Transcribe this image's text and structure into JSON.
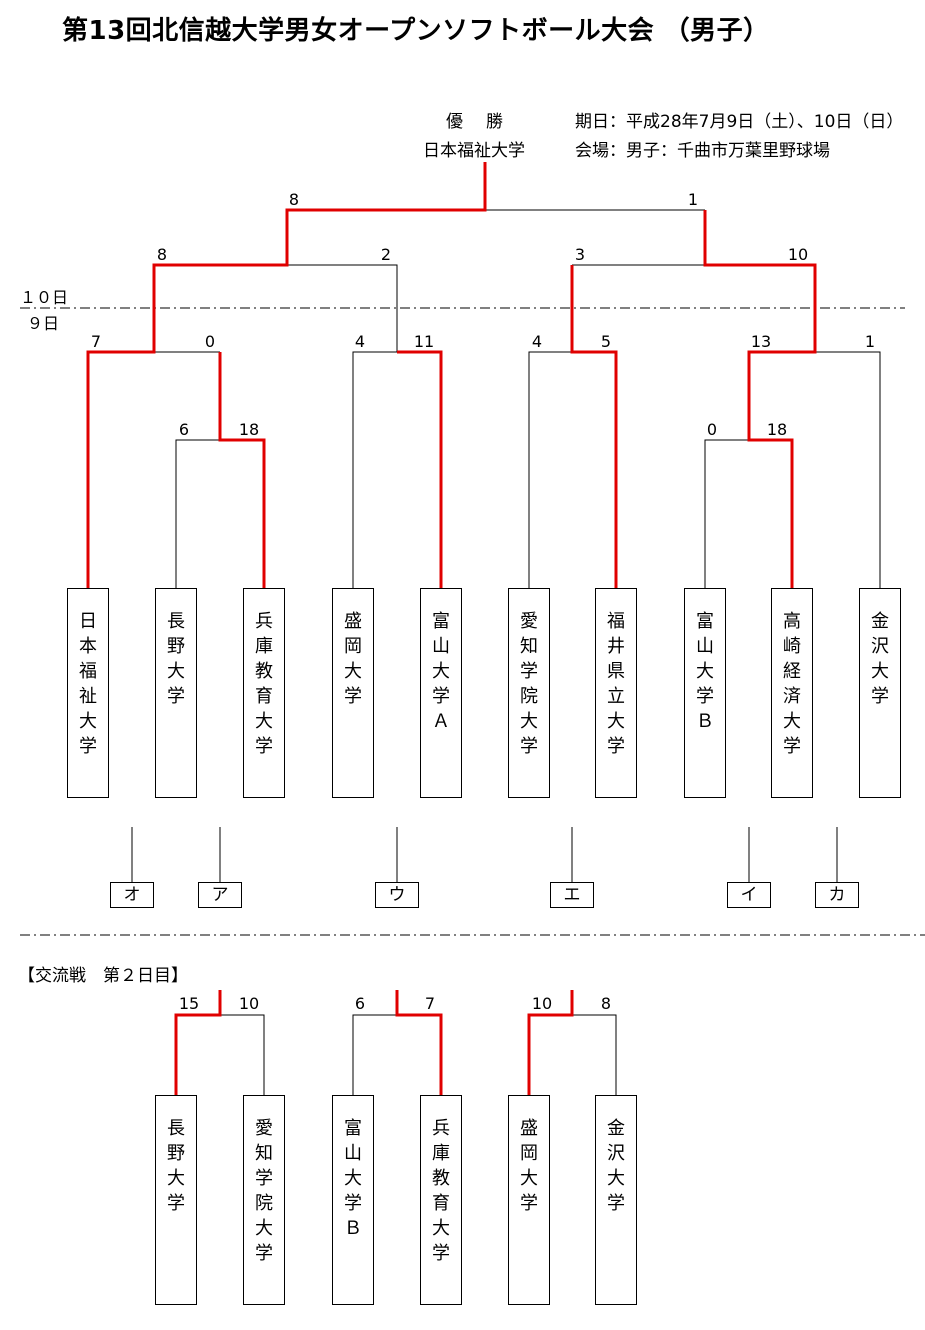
{
  "title": "第13回北信越大学男女オープンソフトボール大会 （男子）",
  "champion": {
    "label": "優　勝",
    "team": "日本福祉大学"
  },
  "info": {
    "dates": "期日：平成28年7月9日（土）、10日（日）",
    "venue": "会場：男子：千曲市万葉里野球場"
  },
  "day_labels": {
    "day10": "１０日",
    "day9": "９日"
  },
  "teams": [
    "日本福祉大学",
    "長野大学",
    "兵庫教育大学",
    "盛岡大学",
    "富山大学Ａ",
    "愛知学院大学",
    "福井県立大学",
    "富山大学Ｂ",
    "高崎経済大学",
    "金沢大学"
  ],
  "scores": {
    "final": [
      "8",
      "1"
    ],
    "semi_left": [
      "8",
      "2"
    ],
    "semi_right": [
      "3",
      "10"
    ],
    "r1": [
      "7",
      "0",
      "4",
      "11",
      "4",
      "5",
      "13",
      "1"
    ],
    "r0_left": [
      "6",
      "18"
    ],
    "r0_right": [
      "0",
      "18"
    ]
  },
  "markers": [
    "オ",
    "ア",
    "ウ",
    "エ",
    "イ",
    "カ"
  ],
  "consolation": {
    "header": "【交流戦　第２日目】",
    "teams": [
      "長野大学",
      "愛知学院大学",
      "富山大学Ｂ",
      "兵庫教育大学",
      "盛岡大学",
      "金沢大学"
    ],
    "scores": [
      "15",
      "10",
      "6",
      "7",
      "10",
      "8"
    ]
  }
}
